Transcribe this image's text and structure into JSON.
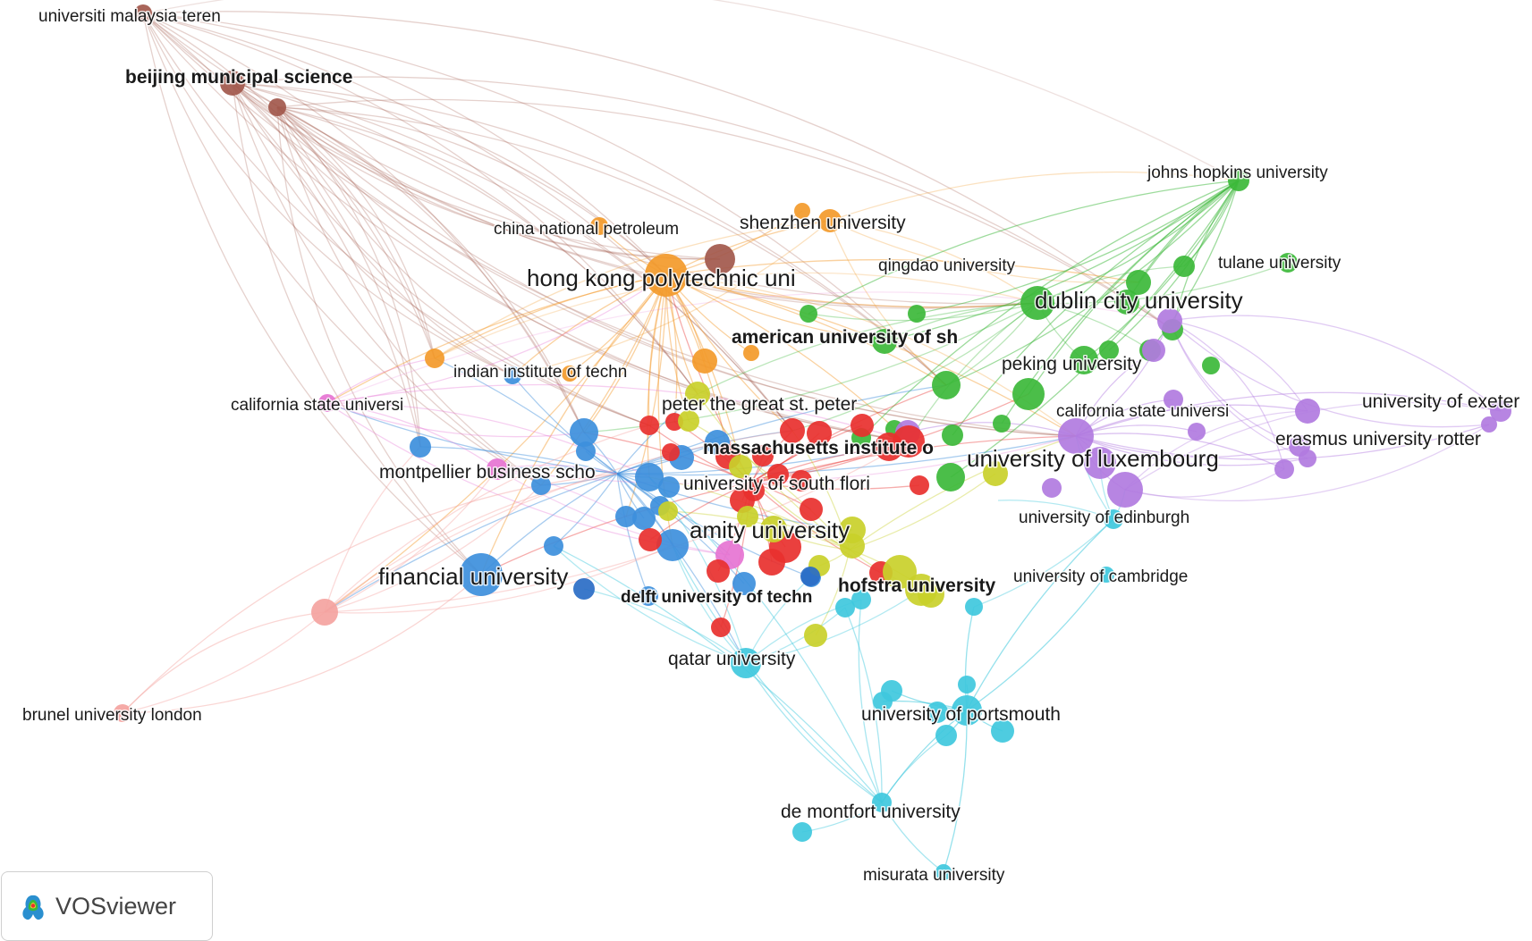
{
  "brand": {
    "name": "VOSviewer",
    "icon": "vosviewer-logo-icon"
  },
  "clusters": {
    "red": "#e8302e",
    "green": "#3cb83a",
    "blue": "#3d8fdc",
    "yellow": "#c9d02a",
    "purple": "#b17be0",
    "cyan": "#3fc8dd",
    "orange": "#f39a2a",
    "brown": "#a2584c",
    "pink": "#e674d3",
    "salmon": "#f4a3a0",
    "navy": "#2a6cc6"
  },
  "labels": [
    "universiti malaysia teren",
    "beijing municipal science",
    "china national petroleum",
    "shenzhen university",
    "hong kong polytechnic uni",
    "johns hopkins university",
    "qingdao university",
    "tulane university",
    "dublin city university",
    "american university of sh",
    "indian institute of techn",
    "peking university",
    "california state universi",
    "peter the great st. peter",
    "california state universi",
    "university of exeter",
    "erasmus university rotter",
    "massachusetts institute o",
    "university of luxembourg",
    "montpellier business scho",
    "university of south flori",
    "university of edinburgh",
    "amity university",
    "financial university",
    "university of cambridge",
    "hofstra university",
    "delft university of techn",
    "qatar university",
    "brunel university london",
    "university of portsmouth",
    "de montfort university",
    "misurata university"
  ]
}
